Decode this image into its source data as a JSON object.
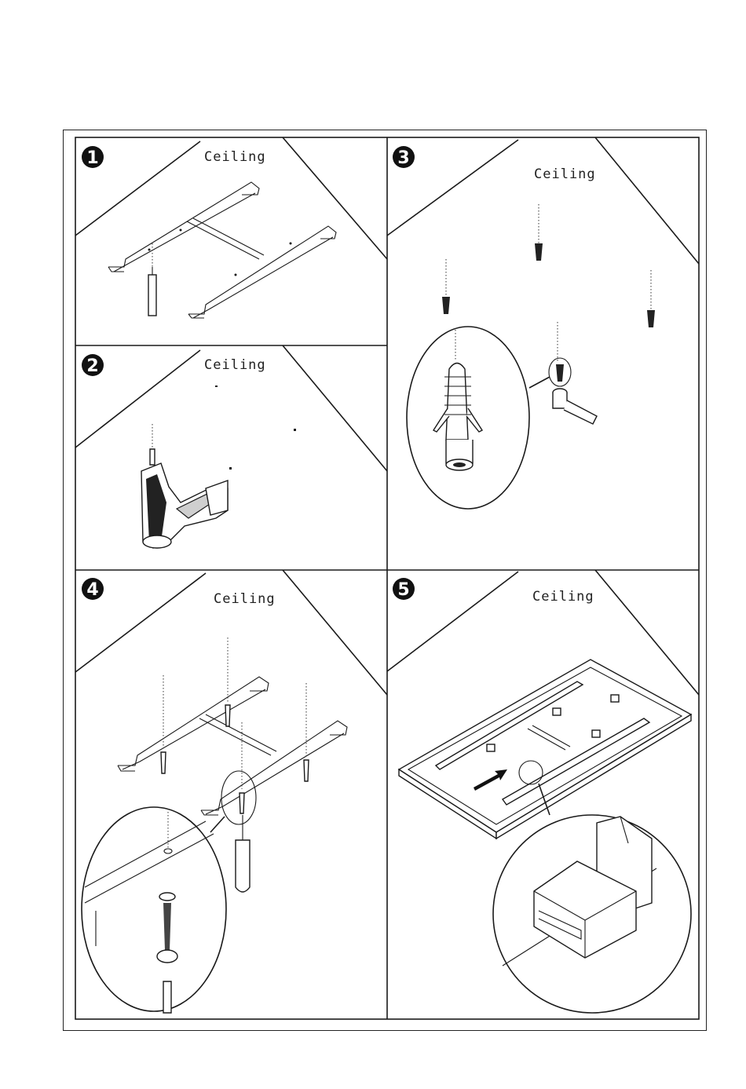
{
  "ceiling_label": "Ceiling",
  "steps": [
    {
      "number": "1"
    },
    {
      "number": "2"
    },
    {
      "number": "3"
    },
    {
      "number": "4"
    },
    {
      "number": "5"
    }
  ]
}
